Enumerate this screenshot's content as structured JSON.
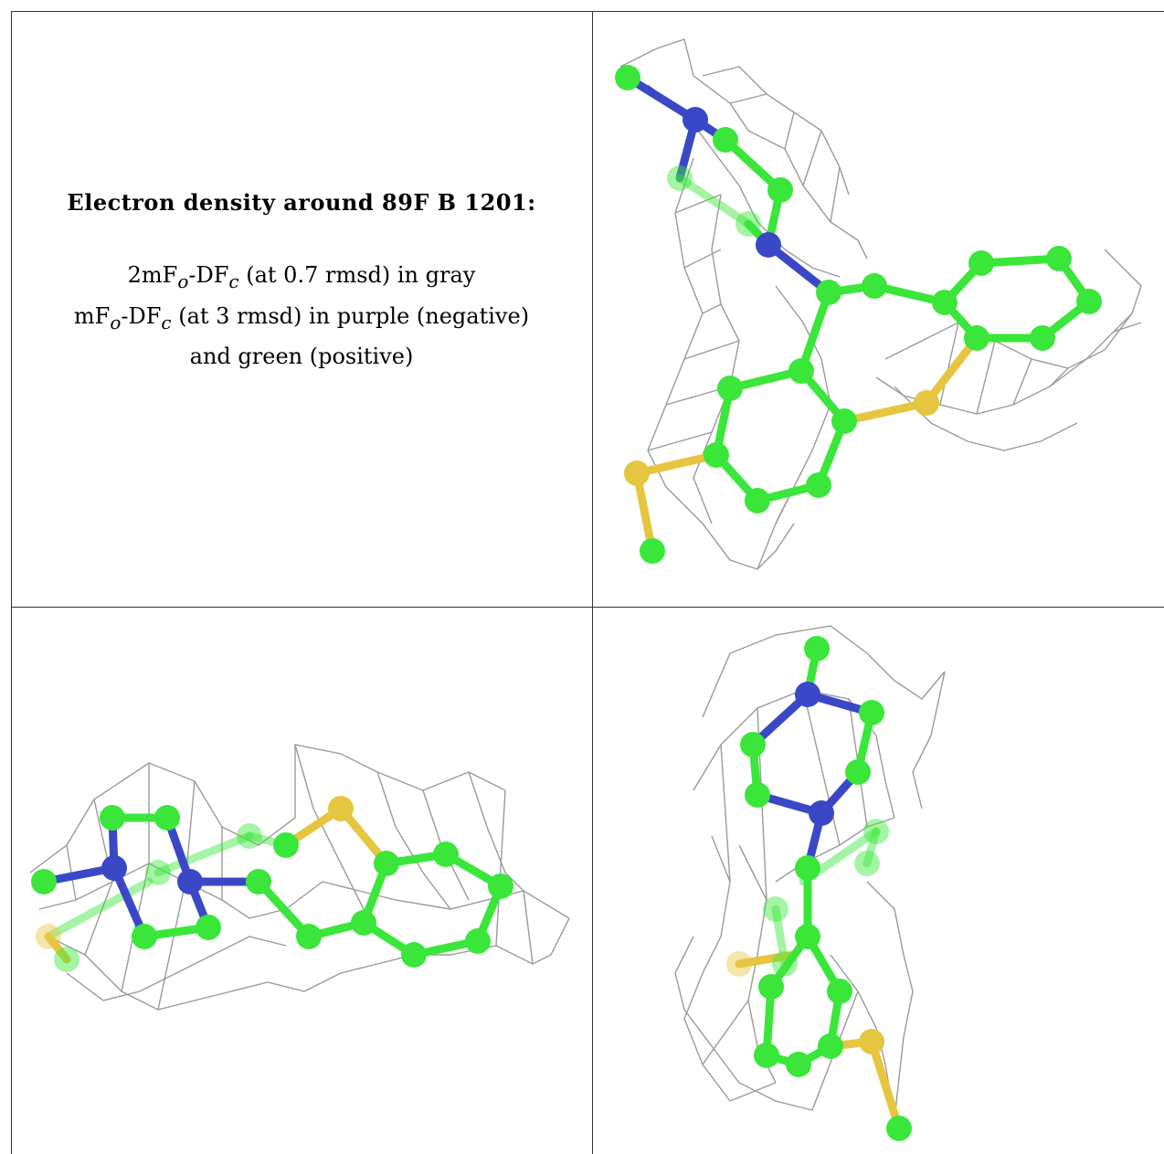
{
  "caption": {
    "title": "Electron density around 89F B 1201:",
    "line1_prefix": "2mF",
    "line1_sub1": "o",
    "line1_mid": "-DF",
    "line1_sub2": "c",
    "line1_suffix": " (at 0.7 rmsd) in gray",
    "line2_prefix": "mF",
    "line2_sub1": "o",
    "line2_mid": "-DF",
    "line2_sub2": "c",
    "line2_suffix": " (at 3 rmsd) in purple (negative)",
    "line3": "and green (positive)"
  },
  "colors": {
    "carbon": "#3ae63a",
    "nitrogen": "#3a48c8",
    "sulfur": "#e6c640",
    "mesh": "#9a9a9a",
    "border": "#333333"
  },
  "panels": [
    "view-top-right",
    "view-bottom-left",
    "view-bottom-right"
  ]
}
